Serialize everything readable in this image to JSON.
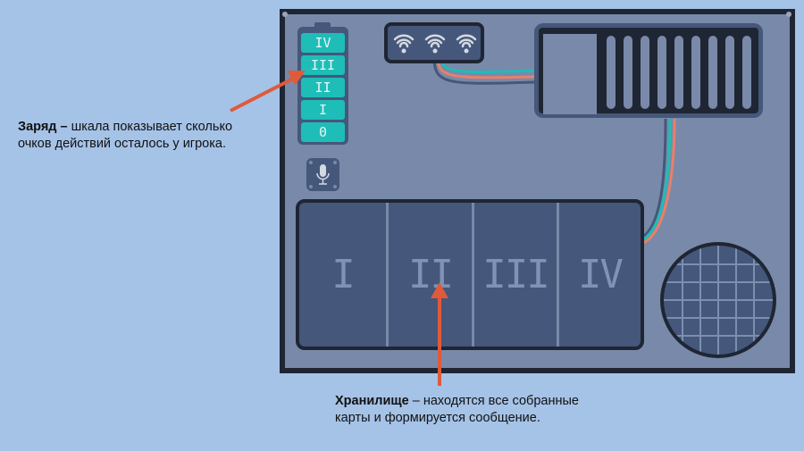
{
  "battery": {
    "levels": [
      "IV",
      "III",
      "II",
      "I",
      "0"
    ]
  },
  "storage": {
    "slots": [
      "I",
      "II",
      "III",
      "IV"
    ]
  },
  "annotations": {
    "charge": {
      "title": "Заряд –",
      "text_line1": " шкала показывает сколько",
      "text_line2": "очков действий осталось у игрока."
    },
    "storage": {
      "title": "Хранилище",
      "text_line1": " – находятся все собранные",
      "text_line2": "карты и формируется сообщение."
    }
  },
  "colors": {
    "accent": "#1fbdb7",
    "arrow": "#e05a3a",
    "panel": "#7989a9",
    "dark": "#1f2633"
  }
}
